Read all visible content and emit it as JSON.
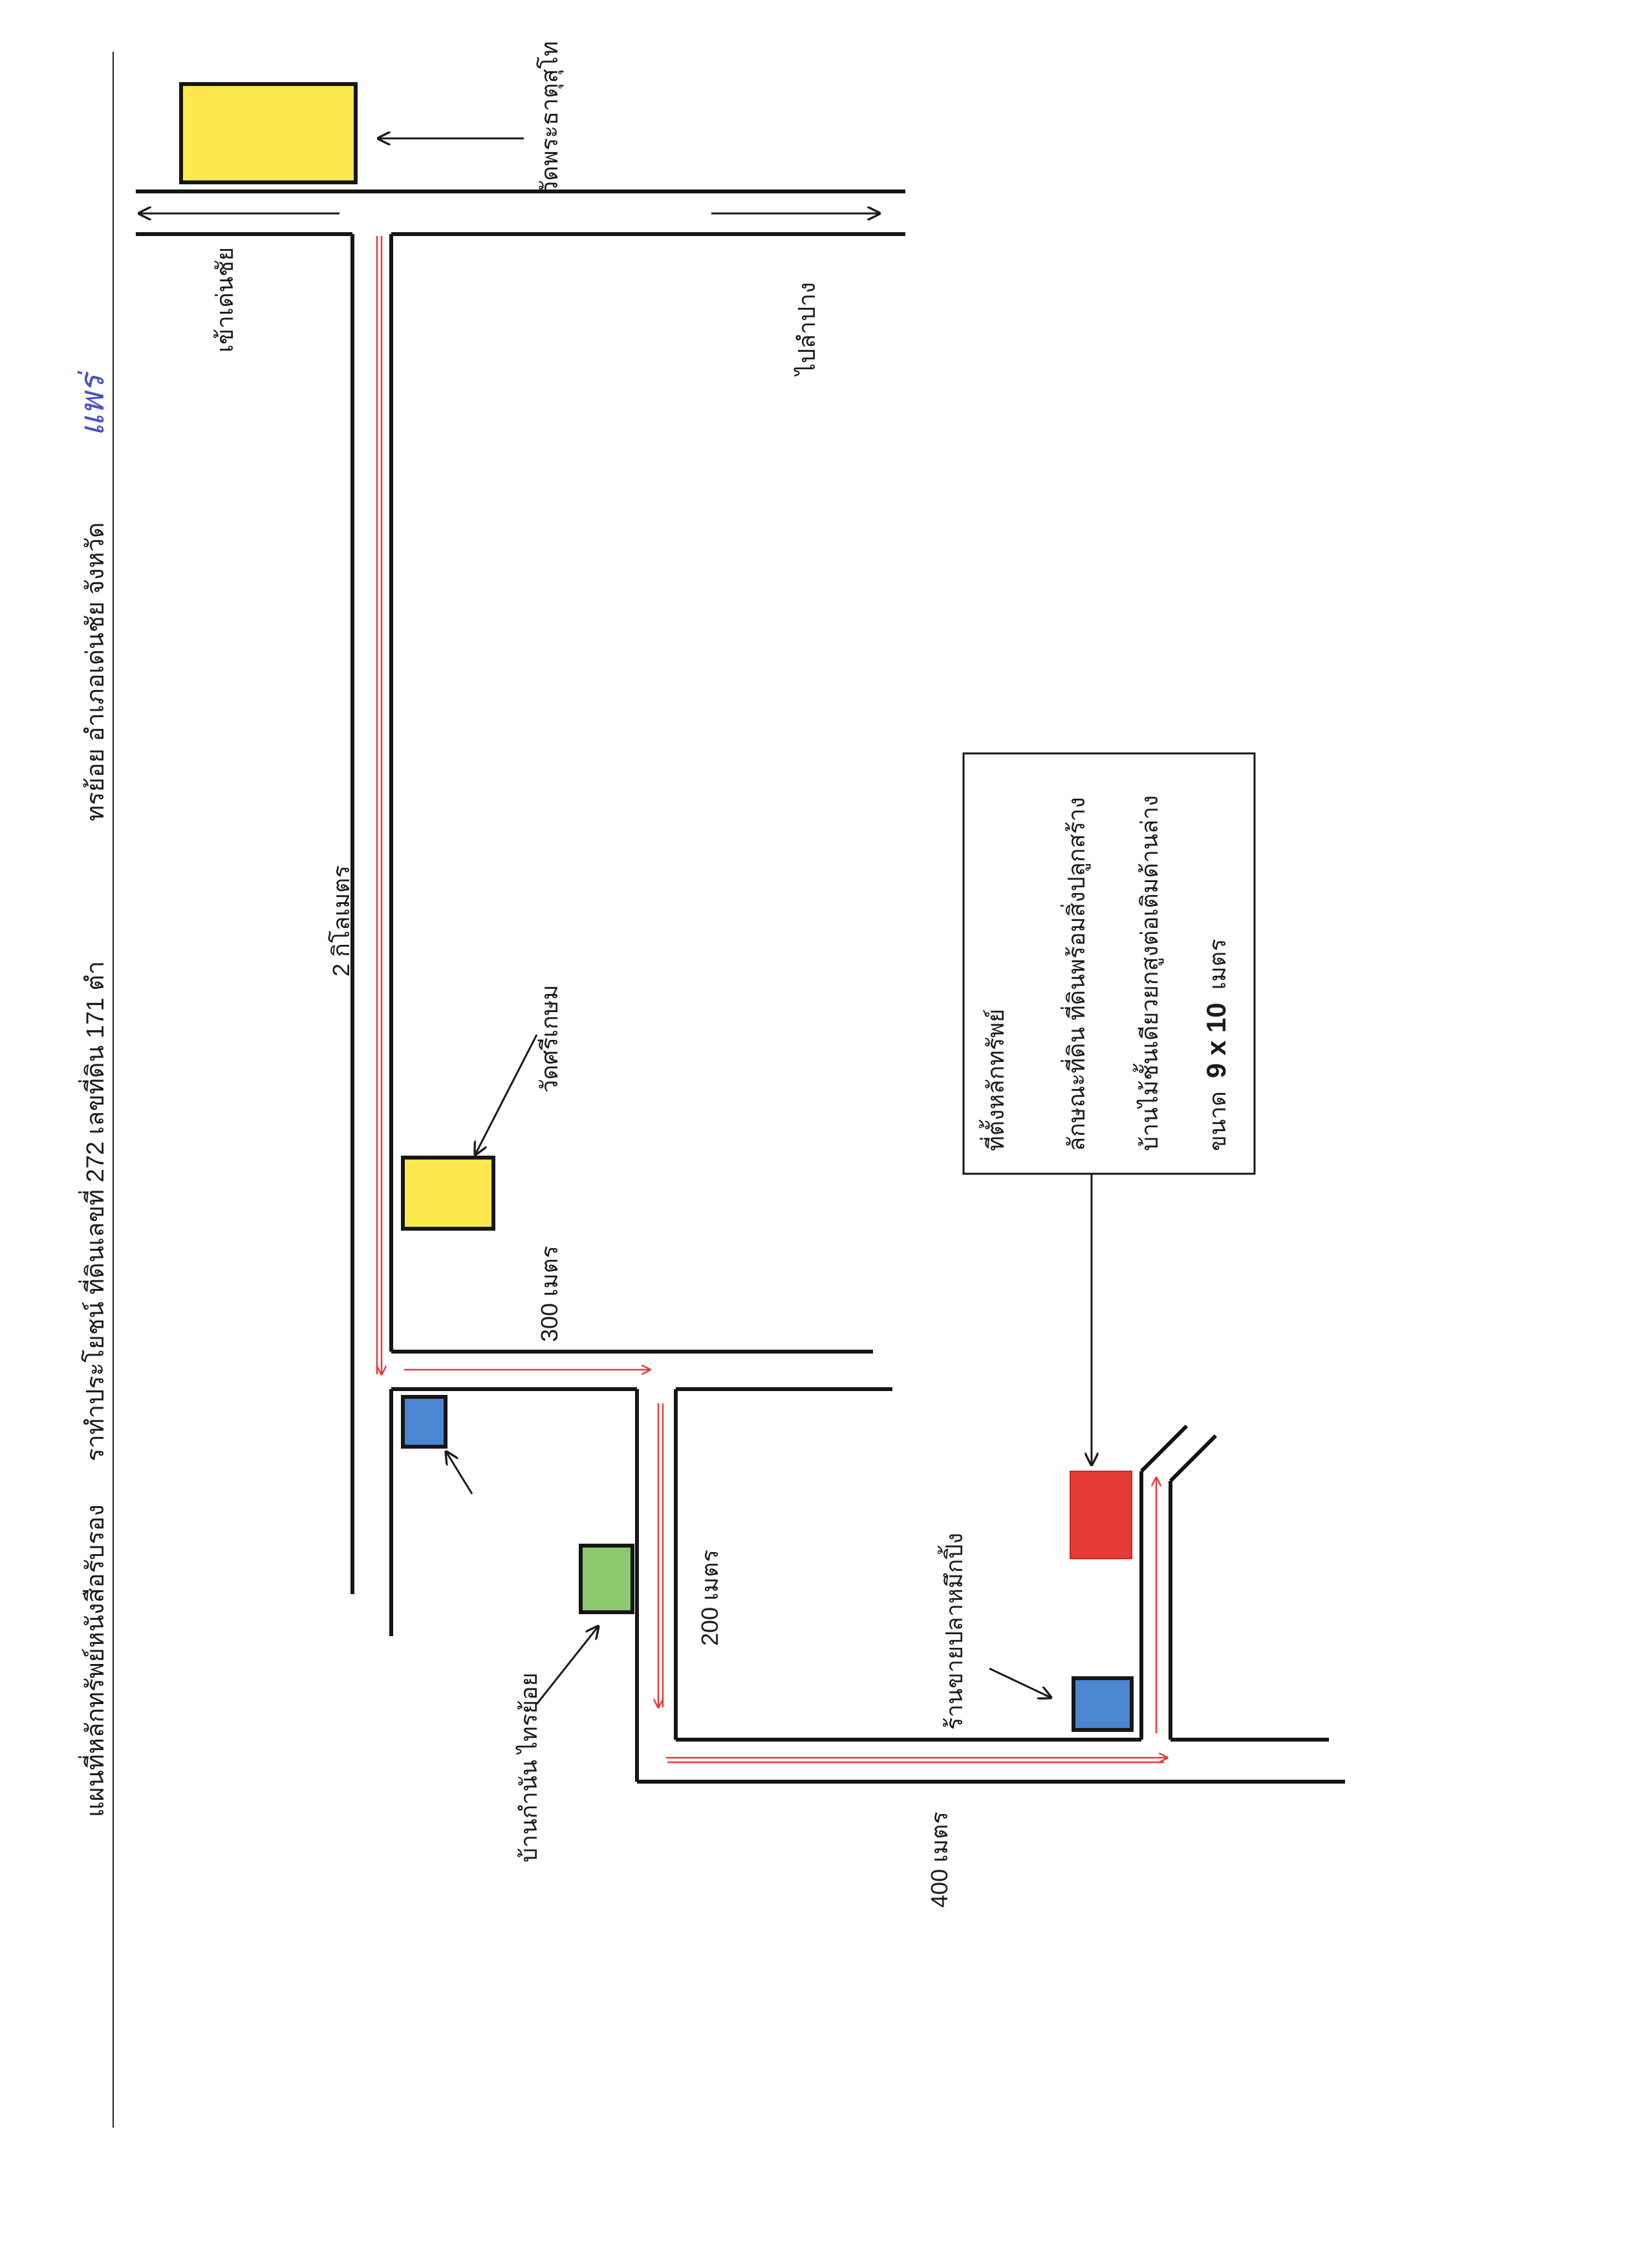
{
  "title": {
    "line": "แผนที่หลักทรัพย์หนังสือรับรอง",
    "detail": "ราทำประโยชน์ ที่ดินเลขที่ 272 เลขที่ดิน 171 ตำ",
    "location": "ทรย้อย อำเภอเด่นชัย จังหวัด",
    "province_handwritten": "แพร่"
  },
  "directions": {
    "to_denchai": "เข้าเด่นชัย",
    "to_lampang": "ไปลำปาง"
  },
  "landmarks": {
    "wat_phra_that": "วัดพระธาตุสุโท",
    "wat_si_kasem": "วัดศรีเกษม",
    "village_head": "บ้านกำนัน ไทรย้อย",
    "grilled_squid_shop": "ร้านขายปลาหมึกปิ้ง"
  },
  "distances": {
    "d1": "2 กิโลเมตร",
    "d2": "300 เมตร",
    "d3": "200 เมตร",
    "d4": "400 เมตร"
  },
  "info_box": {
    "heading": "ที่ตั้งหลักทรัพย์",
    "line1": "ลักษณะที่ดิน ที่ดินพร้อมสิ่งปลูกสร้าง",
    "line2": "บ้านไม้ชั้นเดียวยกสูงต่อเติมด้านล่าง",
    "size_label": "ขนาด",
    "size_value": "9 x 10",
    "size_unit": "เมตร"
  },
  "colors": {
    "road": "#161616",
    "route": "#e8393b",
    "temple": "#fce74f",
    "blue_marker": "#4a86d1",
    "village_head": "#8cc96e",
    "property": "#e53935"
  }
}
